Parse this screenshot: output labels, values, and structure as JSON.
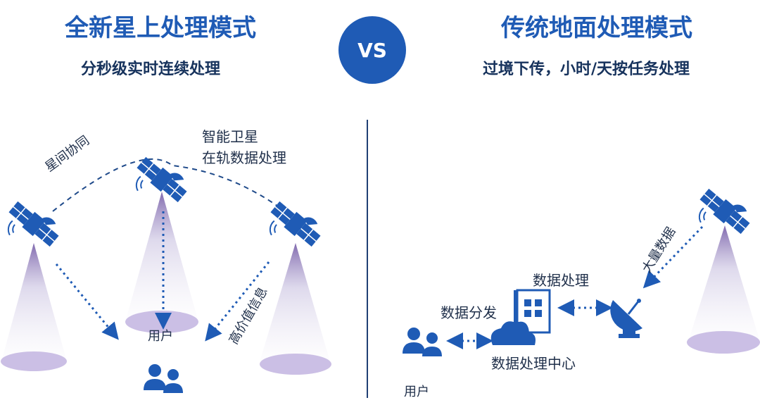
{
  "left": {
    "title": "全新星上处理模式",
    "subtitle": "分秒级实时连续处理",
    "labels": {
      "smart_satellite": "智能卫星",
      "onboard_processing": "在轨数据处理",
      "inter_satellite": "星间协同",
      "high_value_info": "高价值信息",
      "user": "用户"
    }
  },
  "vs_label": "VS",
  "right": {
    "title": "传统地面处理模式",
    "subtitle": "过境下传，小时/天按任务处理",
    "labels": {
      "massive_data": "大量数据",
      "data_processing": "数据处理",
      "data_distribution": "数据分发",
      "processing_center": "数据处理中心",
      "user": "用户"
    }
  },
  "colors": {
    "blue": "#1f5bb5",
    "dark_blue": "#16325c",
    "beam_purple": "#a89ac9"
  }
}
